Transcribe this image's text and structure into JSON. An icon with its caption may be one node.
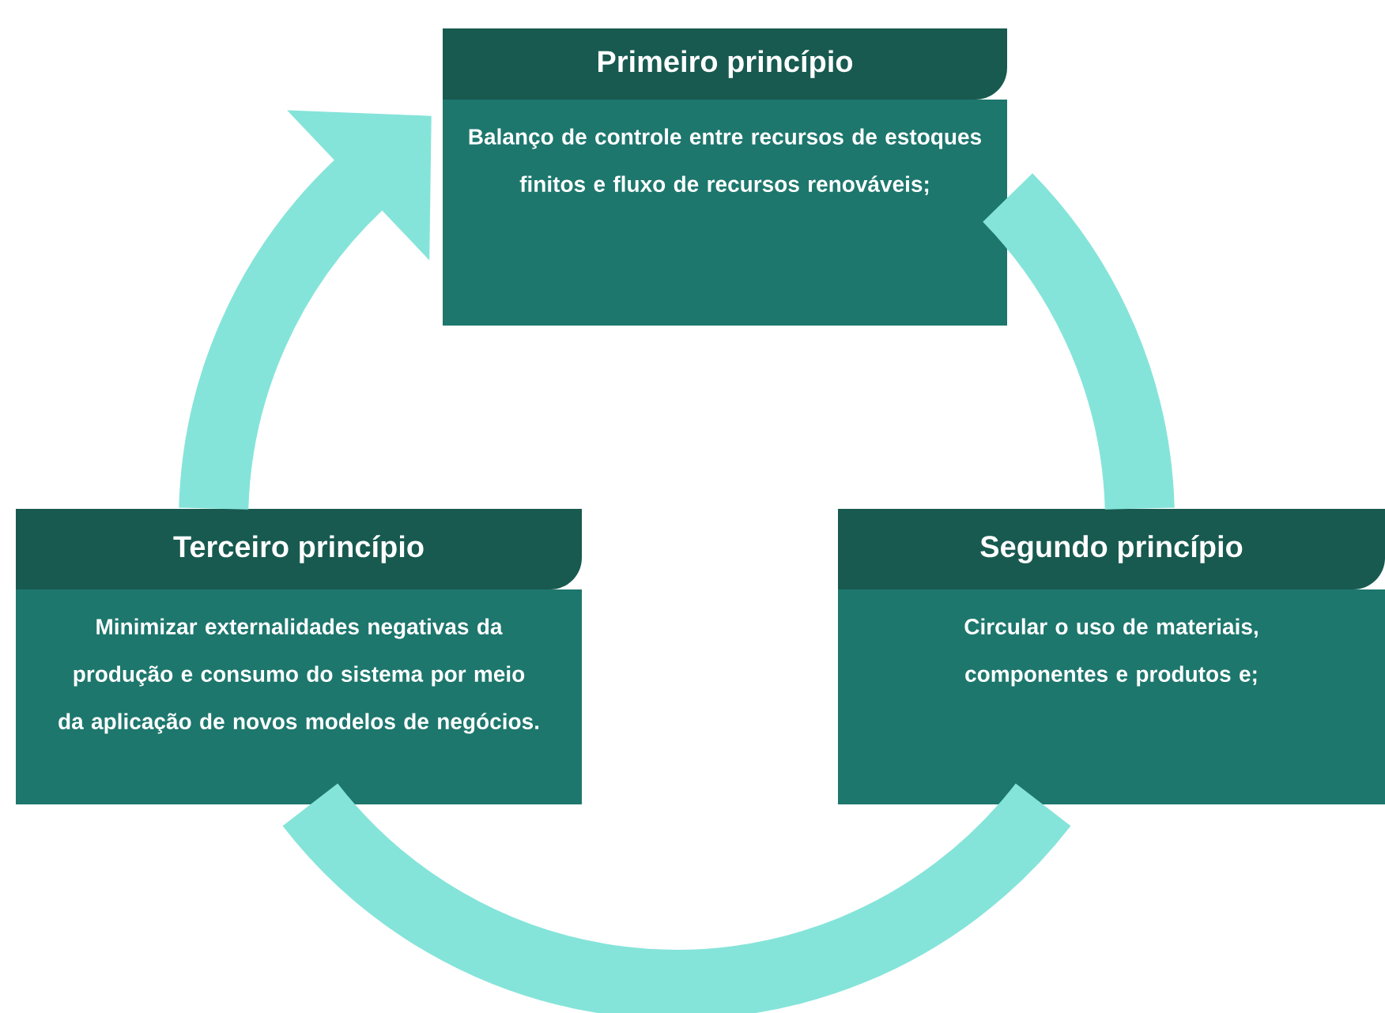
{
  "diagram": {
    "nodes": [
      {
        "text": [
          "Primeiro princípio",
          "Balanço de controle entre recursos de estoques finitos e fluxo de recursos renováveis;"
        ]
      },
      {
        "text": [
          "Segundo princípio",
          "Circular o uso de materiais, componentes e produtos e;"
        ]
      },
      {
        "text": [
          "Terceiro princípio",
          "Minimizar externalidades negativas da produção e consumo do sistema por meio da aplicação de novos modelos de negócios."
        ]
      }
    ],
    "edges": [
      {
        "from": 0,
        "to": 1,
        "arrow": "none"
      },
      {
        "from": 1,
        "to": 2,
        "arrow": "none"
      },
      {
        "from": 2,
        "to": 0,
        "arrow": "to"
      }
    ]
  }
}
